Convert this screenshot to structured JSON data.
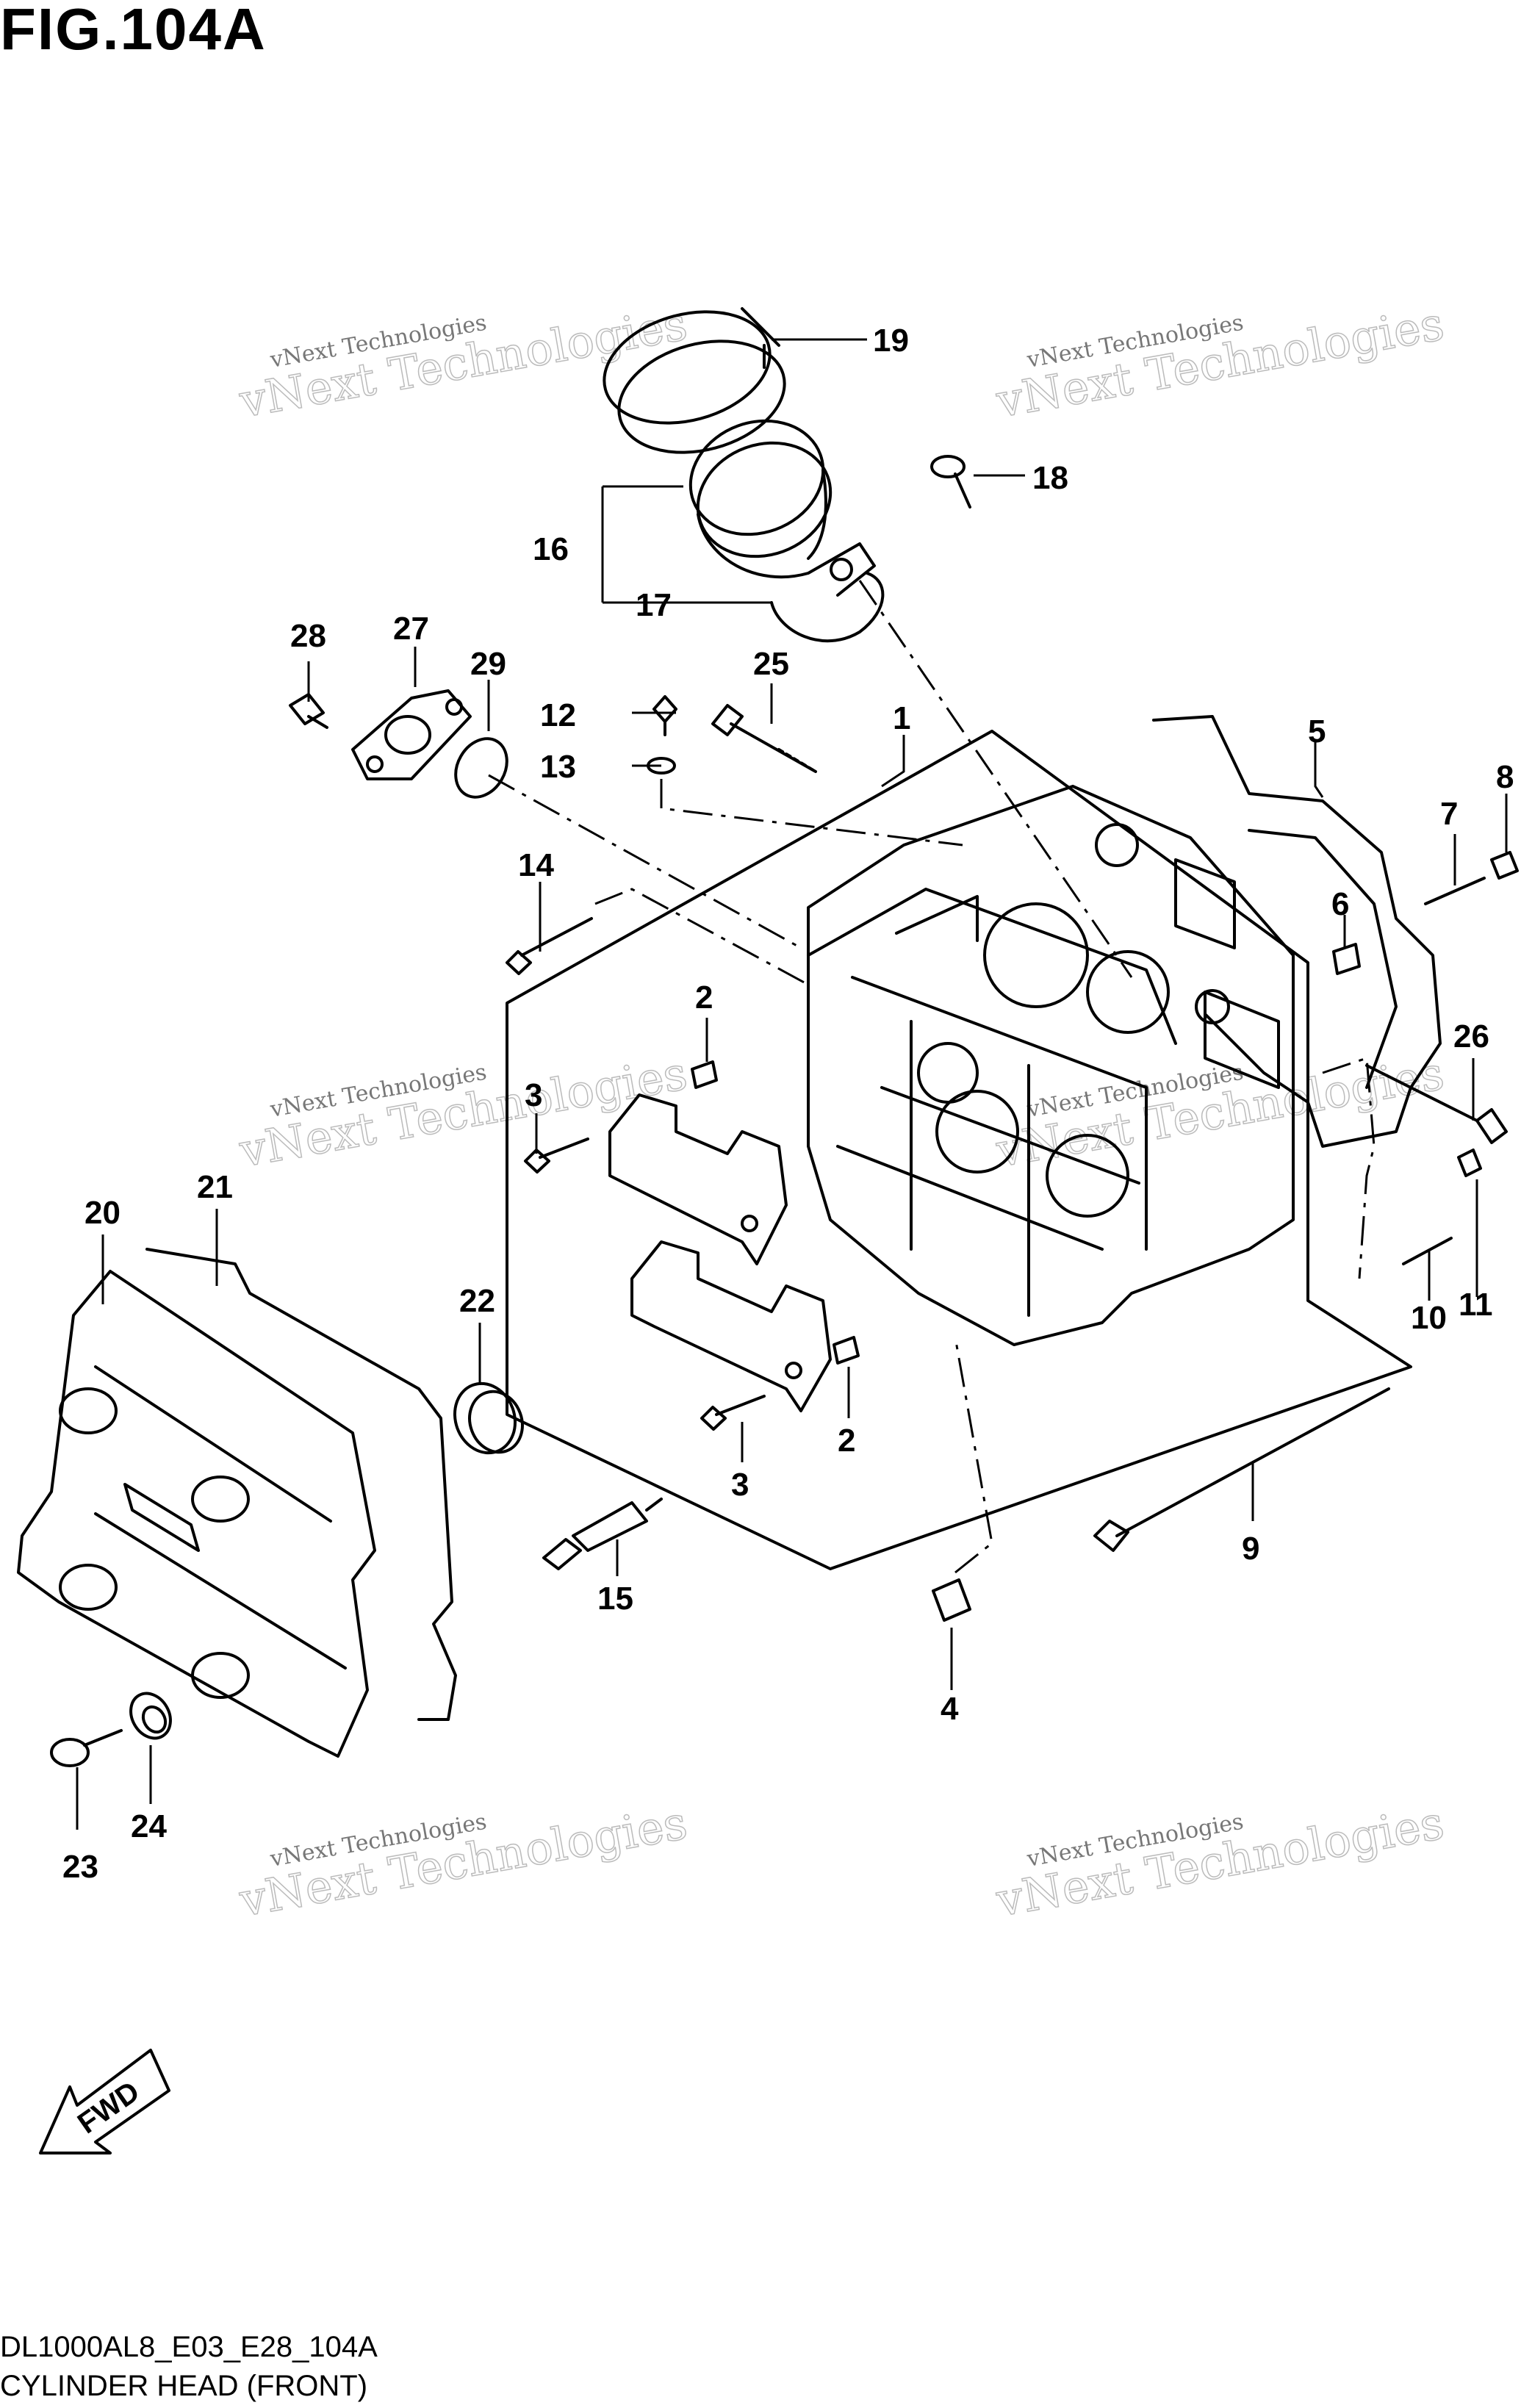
{
  "figure": {
    "title": "FIG.104A",
    "code": "DL1000AL8_E03_E28_104A",
    "caption": "CYLINDER HEAD (FRONT)",
    "direction_marker": "FWD"
  },
  "watermark": {
    "line1": "vNext Technologies",
    "line2": "vNext Technologies"
  },
  "callouts": [
    {
      "id": "c1",
      "text": "1"
    },
    {
      "id": "c2a",
      "text": "2"
    },
    {
      "id": "c2b",
      "text": "2"
    },
    {
      "id": "c3a",
      "text": "3"
    },
    {
      "id": "c3b",
      "text": "3"
    },
    {
      "id": "c4",
      "text": "4"
    },
    {
      "id": "c5",
      "text": "5"
    },
    {
      "id": "c6",
      "text": "6"
    },
    {
      "id": "c7",
      "text": "7"
    },
    {
      "id": "c8",
      "text": "8"
    },
    {
      "id": "c9",
      "text": "9"
    },
    {
      "id": "c10",
      "text": "10"
    },
    {
      "id": "c11",
      "text": "11"
    },
    {
      "id": "c12",
      "text": "12"
    },
    {
      "id": "c13",
      "text": "13"
    },
    {
      "id": "c14",
      "text": "14"
    },
    {
      "id": "c15",
      "text": "15"
    },
    {
      "id": "c16",
      "text": "16"
    },
    {
      "id": "c17",
      "text": "17"
    },
    {
      "id": "c18",
      "text": "18"
    },
    {
      "id": "c19",
      "text": "19"
    },
    {
      "id": "c20",
      "text": "20"
    },
    {
      "id": "c21",
      "text": "21"
    },
    {
      "id": "c22",
      "text": "22"
    },
    {
      "id": "c23",
      "text": "23"
    },
    {
      "id": "c24",
      "text": "24"
    },
    {
      "id": "c25",
      "text": "25"
    },
    {
      "id": "c26",
      "text": "26"
    },
    {
      "id": "c27",
      "text": "27"
    },
    {
      "id": "c28",
      "text": "28"
    },
    {
      "id": "c29",
      "text": "29"
    }
  ]
}
